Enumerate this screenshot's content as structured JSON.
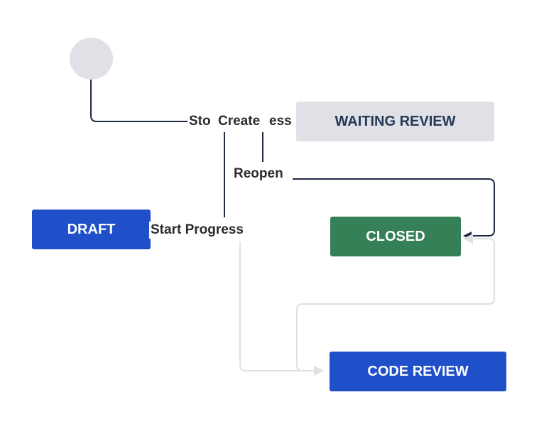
{
  "colors": {
    "start_node": "#dfe1e6",
    "todo_status": "#dfe1e6",
    "todo_text": "#253858",
    "inprogress_status": "#1f4fc9",
    "done_status": "#368057",
    "edge_dark": "#1e2a44",
    "edge_light": "#e0e0e0",
    "label_text": "#2b2b2b"
  },
  "statuses": {
    "waiting_review": "WAITING REVIEW",
    "draft": "DRAFT",
    "closed": "CLOSED",
    "code_review": "CODE REVIEW"
  },
  "transitions": {
    "stop_fragment": "Sto",
    "create": "Create",
    "progress_fragment": "ess",
    "reopen": "Reopen",
    "start_progress": "Start Progress"
  }
}
